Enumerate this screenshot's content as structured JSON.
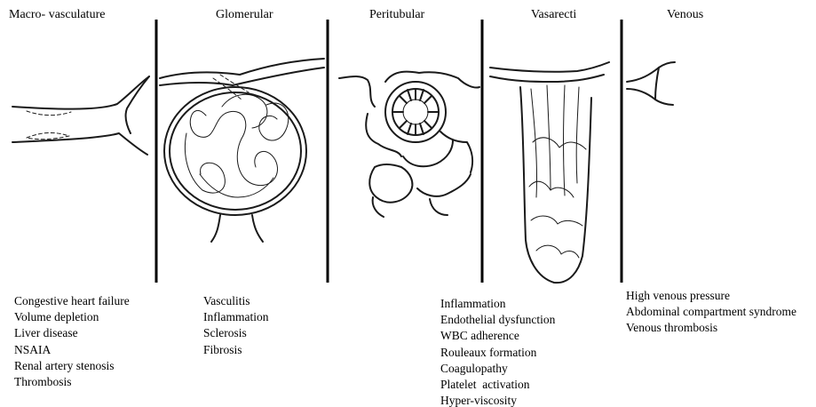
{
  "sections": [
    {
      "heading": "Macro- vasculature",
      "factors": [
        "Congestive heart failure",
        "Volume depletion",
        "Liver disease",
        "NSAIA",
        "Renal artery stenosis",
        "Thrombosis"
      ]
    },
    {
      "heading": "Glomerular",
      "factors": [
        "Vasculitis",
        "Inflammation",
        "Sclerosis",
        "Fibrosis"
      ]
    },
    {
      "heading": "Peritubular",
      "factors": []
    },
    {
      "heading": "Vasarecti",
      "factors": [
        "Inflammation",
        "Endothelial dysfunction",
        "WBC adherence",
        "Rouleaux formation",
        "Coagulopathy",
        "Platelet  activation",
        "Hyper-viscosity"
      ]
    },
    {
      "heading": "Venous",
      "factors": [
        "High venous pressure",
        "Abdominal compartment syndrome",
        "Venous thrombosis"
      ]
    }
  ]
}
